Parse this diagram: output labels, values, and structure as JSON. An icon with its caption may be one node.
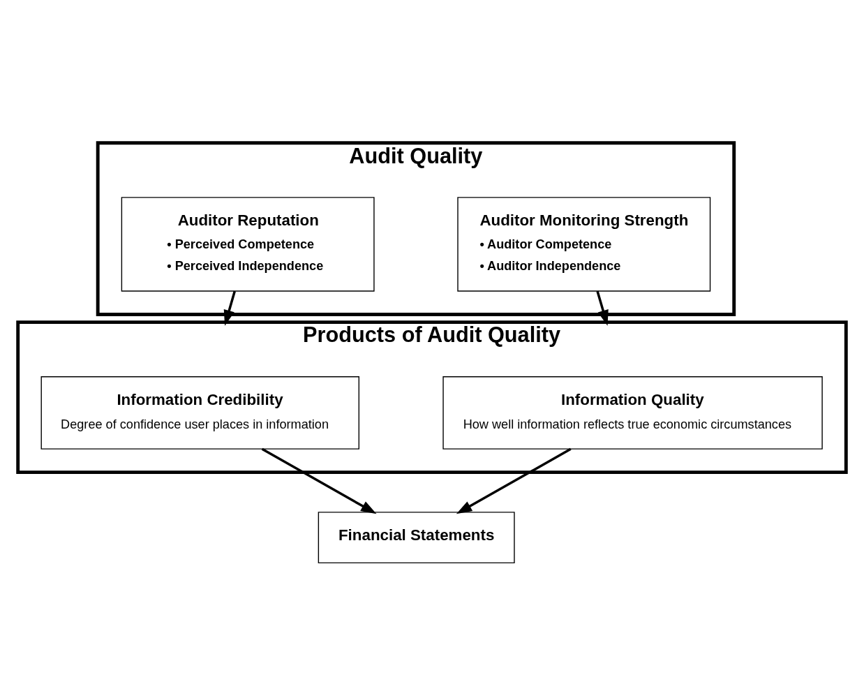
{
  "diagram": {
    "nodes": [
      {
        "text": [
          "Audit Quality"
        ]
      },
      {
        "text": [
          "Auditor Reputation",
          "• Perceived Competence",
          "• Perceived Independence"
        ],
        "in": 0
      },
      {
        "text": [
          "Auditor Monitoring Strength",
          "• Auditor Competence",
          "• Auditor Independence"
        ],
        "in": 0
      },
      {
        "text": [
          "Products of Audit Quality"
        ]
      },
      {
        "text": [
          "Information Credibility",
          "Degree of confidence user places in information"
        ],
        "in": 3
      },
      {
        "text": [
          "Information Quality",
          "How well information reflects true economic circumstances"
        ],
        "in": 3
      },
      {
        "text": [
          "Financial Statements"
        ]
      }
    ],
    "edges": [
      {
        "from": 1,
        "to": 3,
        "arrow": "to"
      },
      {
        "from": 2,
        "to": 3,
        "arrow": "to"
      },
      {
        "from": 4,
        "to": 6,
        "arrow": "to"
      },
      {
        "from": 5,
        "to": 6,
        "arrow": "to"
      }
    ]
  }
}
